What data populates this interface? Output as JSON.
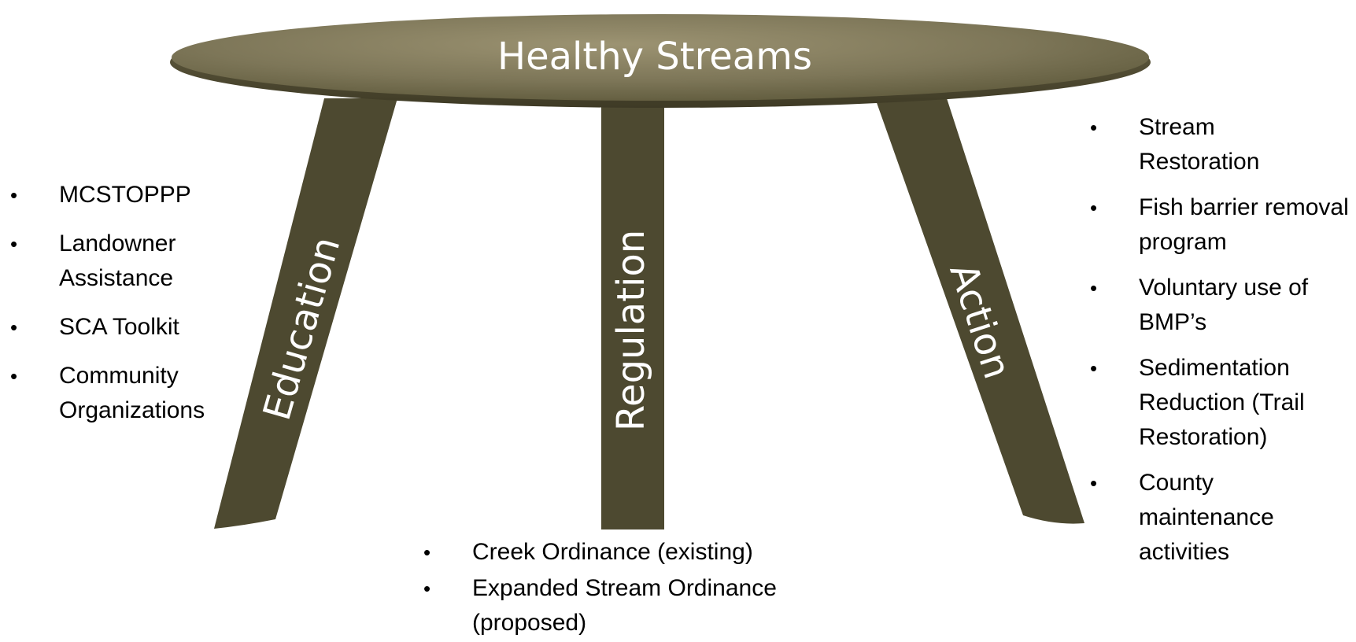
{
  "table": {
    "title": "Healthy Streams",
    "legs": [
      {
        "id": "education",
        "label": "Education"
      },
      {
        "id": "regulation",
        "label": "Regulation"
      },
      {
        "id": "action",
        "label": "Action"
      }
    ]
  },
  "education_items": [
    "MCSTOPPP",
    "Landowner Assistance",
    "SCA Toolkit",
    "Community Organizations"
  ],
  "regulation_items": [
    "Creek Ordinance (existing)",
    "Expanded Stream Ordinance (proposed)"
  ],
  "action_items": [
    "Stream Restoration",
    "Fish barrier removal program",
    "Voluntary use of BMP’s",
    "Sedimentation Reduction (Trail Restoration)",
    "County maintenance activities"
  ],
  "colors": {
    "leg": "#4d4930",
    "top_light": "#9c9372",
    "top_dark": "#5f5a3c",
    "label": "#ffffff"
  }
}
